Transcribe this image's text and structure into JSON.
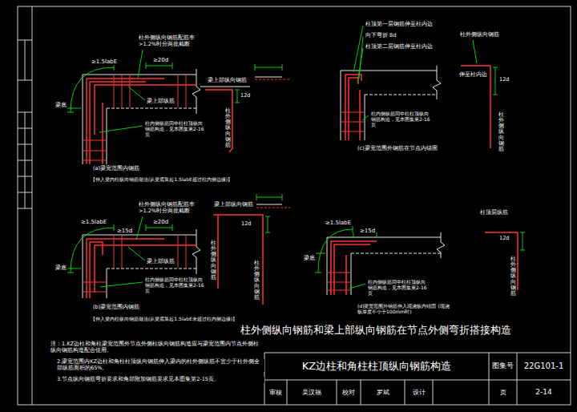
{
  "diagram": {
    "title": "柱外侧纵向钢筋和梁上部纵向钢筋在节点外侧弯折搭接构造",
    "nodes": [
      {
        "text": [
          "KZ边柱和角柱柱顶纵向钢筋构造"
        ]
      },
      {
        "text": [
          "图集号"
        ]
      },
      {
        "text": [
          "22G101-1"
        ]
      },
      {
        "text": [
          "审核"
        ]
      },
      {
        "text": [
          "吴汉福"
        ]
      },
      {
        "text": [
          "校对"
        ]
      },
      {
        "text": [
          "罗斌"
        ]
      },
      {
        "text": [
          "设计"
        ]
      },
      {
        "text": [
          "页"
        ]
      },
      {
        "text": [
          "2-14"
        ]
      }
    ],
    "labels": [
      "柱外侧纵向钢筋配筋率 >1.2%时分两批截断",
      "≥1.5labE",
      "≥20d",
      "梁上部纵筋",
      "梁底",
      "柱内侧纵筋同中柱柱顶纵向钢筋构造，见本图集第2-16页",
      "(a)梁宽范围内钢筋",
      "【伸入梁内柱纵向钢筋做法(从梁底算起1.5labE超过柱内侧边缘)】",
      "梁上部纵向钢筋",
      "12d",
      "柱外侧纵向钢筋",
      "柱顶第一层钢筋伸至柱内边",
      "向下弯折 8d",
      "柱顶第二层钢筋伸至柱内边",
      "柱内侧纵筋同中柱柱顶纵向钢筋构造，见本图集第2-16页",
      "(c)梁宽范围外钢筋在节点内锚固",
      "柱外侧纵向钢筋",
      "伸至柱内边",
      "12d",
      "柱外侧纵向钢筋",
      "≥1.5labE",
      "≥20d",
      "≥15d",
      "柱外侧纵向钢筋配筋率 >1.2%时分两批截断",
      "梁上部纵筋",
      "梁底",
      "柱内侧纵筋同中柱柱顶纵向钢筋构造，见本图集第2-16页",
      "(b)梁宽范围内钢筋",
      "【伸入梁内柱纵向钢筋做法(从梁底算起1.5labE未超过柱内侧边缘)】",
      "梁上部纵向钢筋",
      "12d",
      "柱外侧纵向钢筋",
      "柱外侧纵向钢筋",
      "≥1.5labE",
      "≥15d",
      "梁底",
      "柱内侧纵筋同中柱柱顶纵向钢筋构造，见本图集第2-16页",
      "(d)梁宽范围外钢筋伸入现浇板内锚固 (现浇板厚度不小于100mm时)",
      "柱顶层纵筋",
      "12d",
      "柱外侧纵向钢筋",
      "注：1.KZ边柱和角柱梁宽范围外节点外侧柱纵向钢筋构造应与梁宽范围内节点外侧柱纵向钢筋构造配合使用。",
      "2.梁宽范围内KZ边柱和角柱柱顶纵向钢筋伸入梁内的柱外侧纵筋不宜少于柱外侧全部纵筋面积的65%。",
      "3.节点纵向钢筋弯折要求和角部附加钢筋要求见本图集第2-15页。"
    ]
  }
}
